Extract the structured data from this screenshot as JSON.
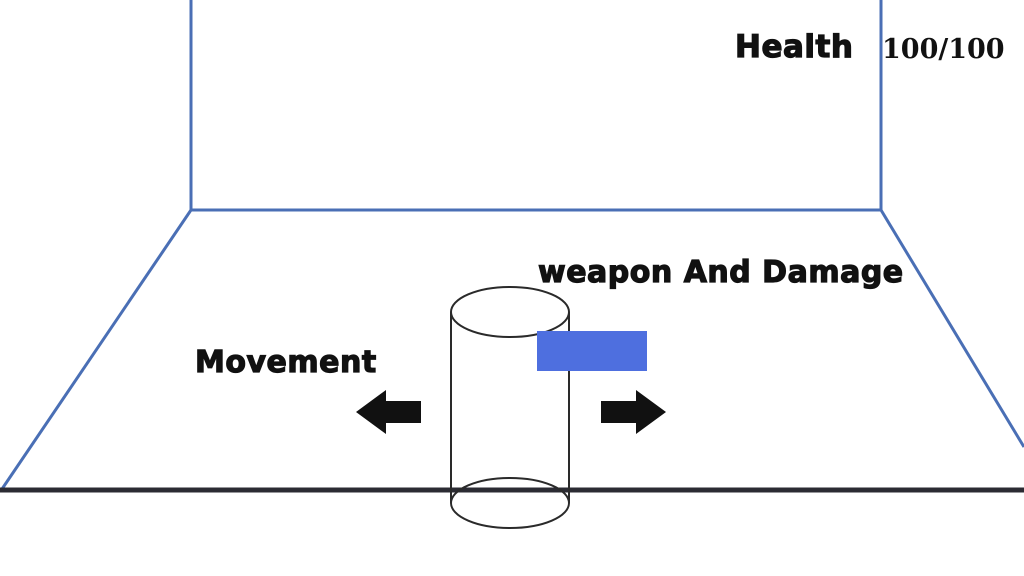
{
  "hud": {
    "health_label": "Health",
    "health_value": "100/100",
    "health_current": 100,
    "health_max": 100
  },
  "labels": {
    "weapon_and_damage": "weapon And Damage",
    "movement": "Movement"
  },
  "colors": {
    "room_line": "#4a6fb5",
    "floor_line": "#2b2b33",
    "weapon": "#4e6fdf",
    "arrow": "#111111",
    "player_outline": "#2a2a2a"
  },
  "icons": {
    "left": "arrow-left-icon",
    "right": "arrow-right-icon"
  }
}
